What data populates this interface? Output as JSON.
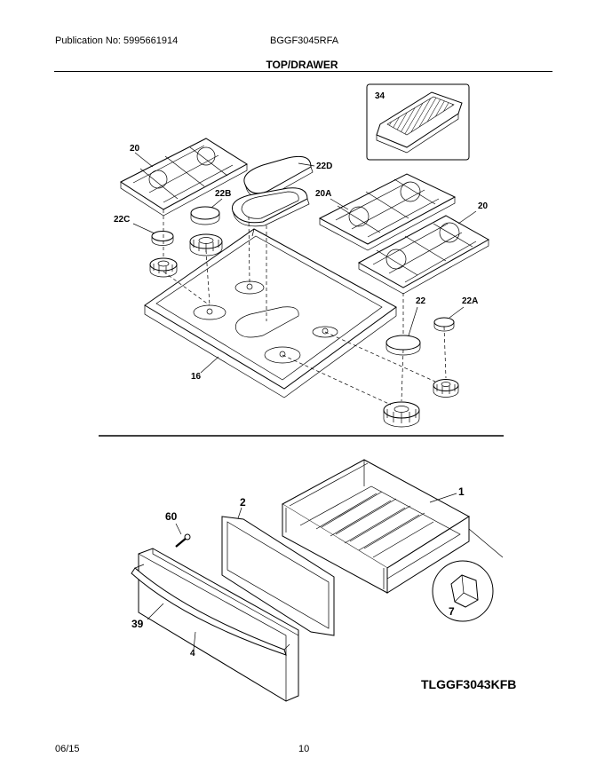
{
  "header": {
    "publication": "Publication No: 5995661914",
    "model": "BGGF3045RFA",
    "section_title": "TOP/DRAWER"
  },
  "callouts": {
    "griddle": "34",
    "grate_left": "20",
    "grate_right": "20",
    "grate_center": "20A",
    "burner_cap_oval": "22D",
    "burner_cap_medium": "22B",
    "burner_cap_small_left": "22C",
    "burner_cap_large": "22",
    "burner_cap_small_right": "22A",
    "cooktop": "16",
    "drawer_body": "1",
    "drawer_panel": "2",
    "screw": "60",
    "handle": "39",
    "drawer_front": "4",
    "glide": "7"
  },
  "diagram_code": "TLGGF3043KFB",
  "footer": {
    "date": "06/15",
    "page": "10"
  }
}
